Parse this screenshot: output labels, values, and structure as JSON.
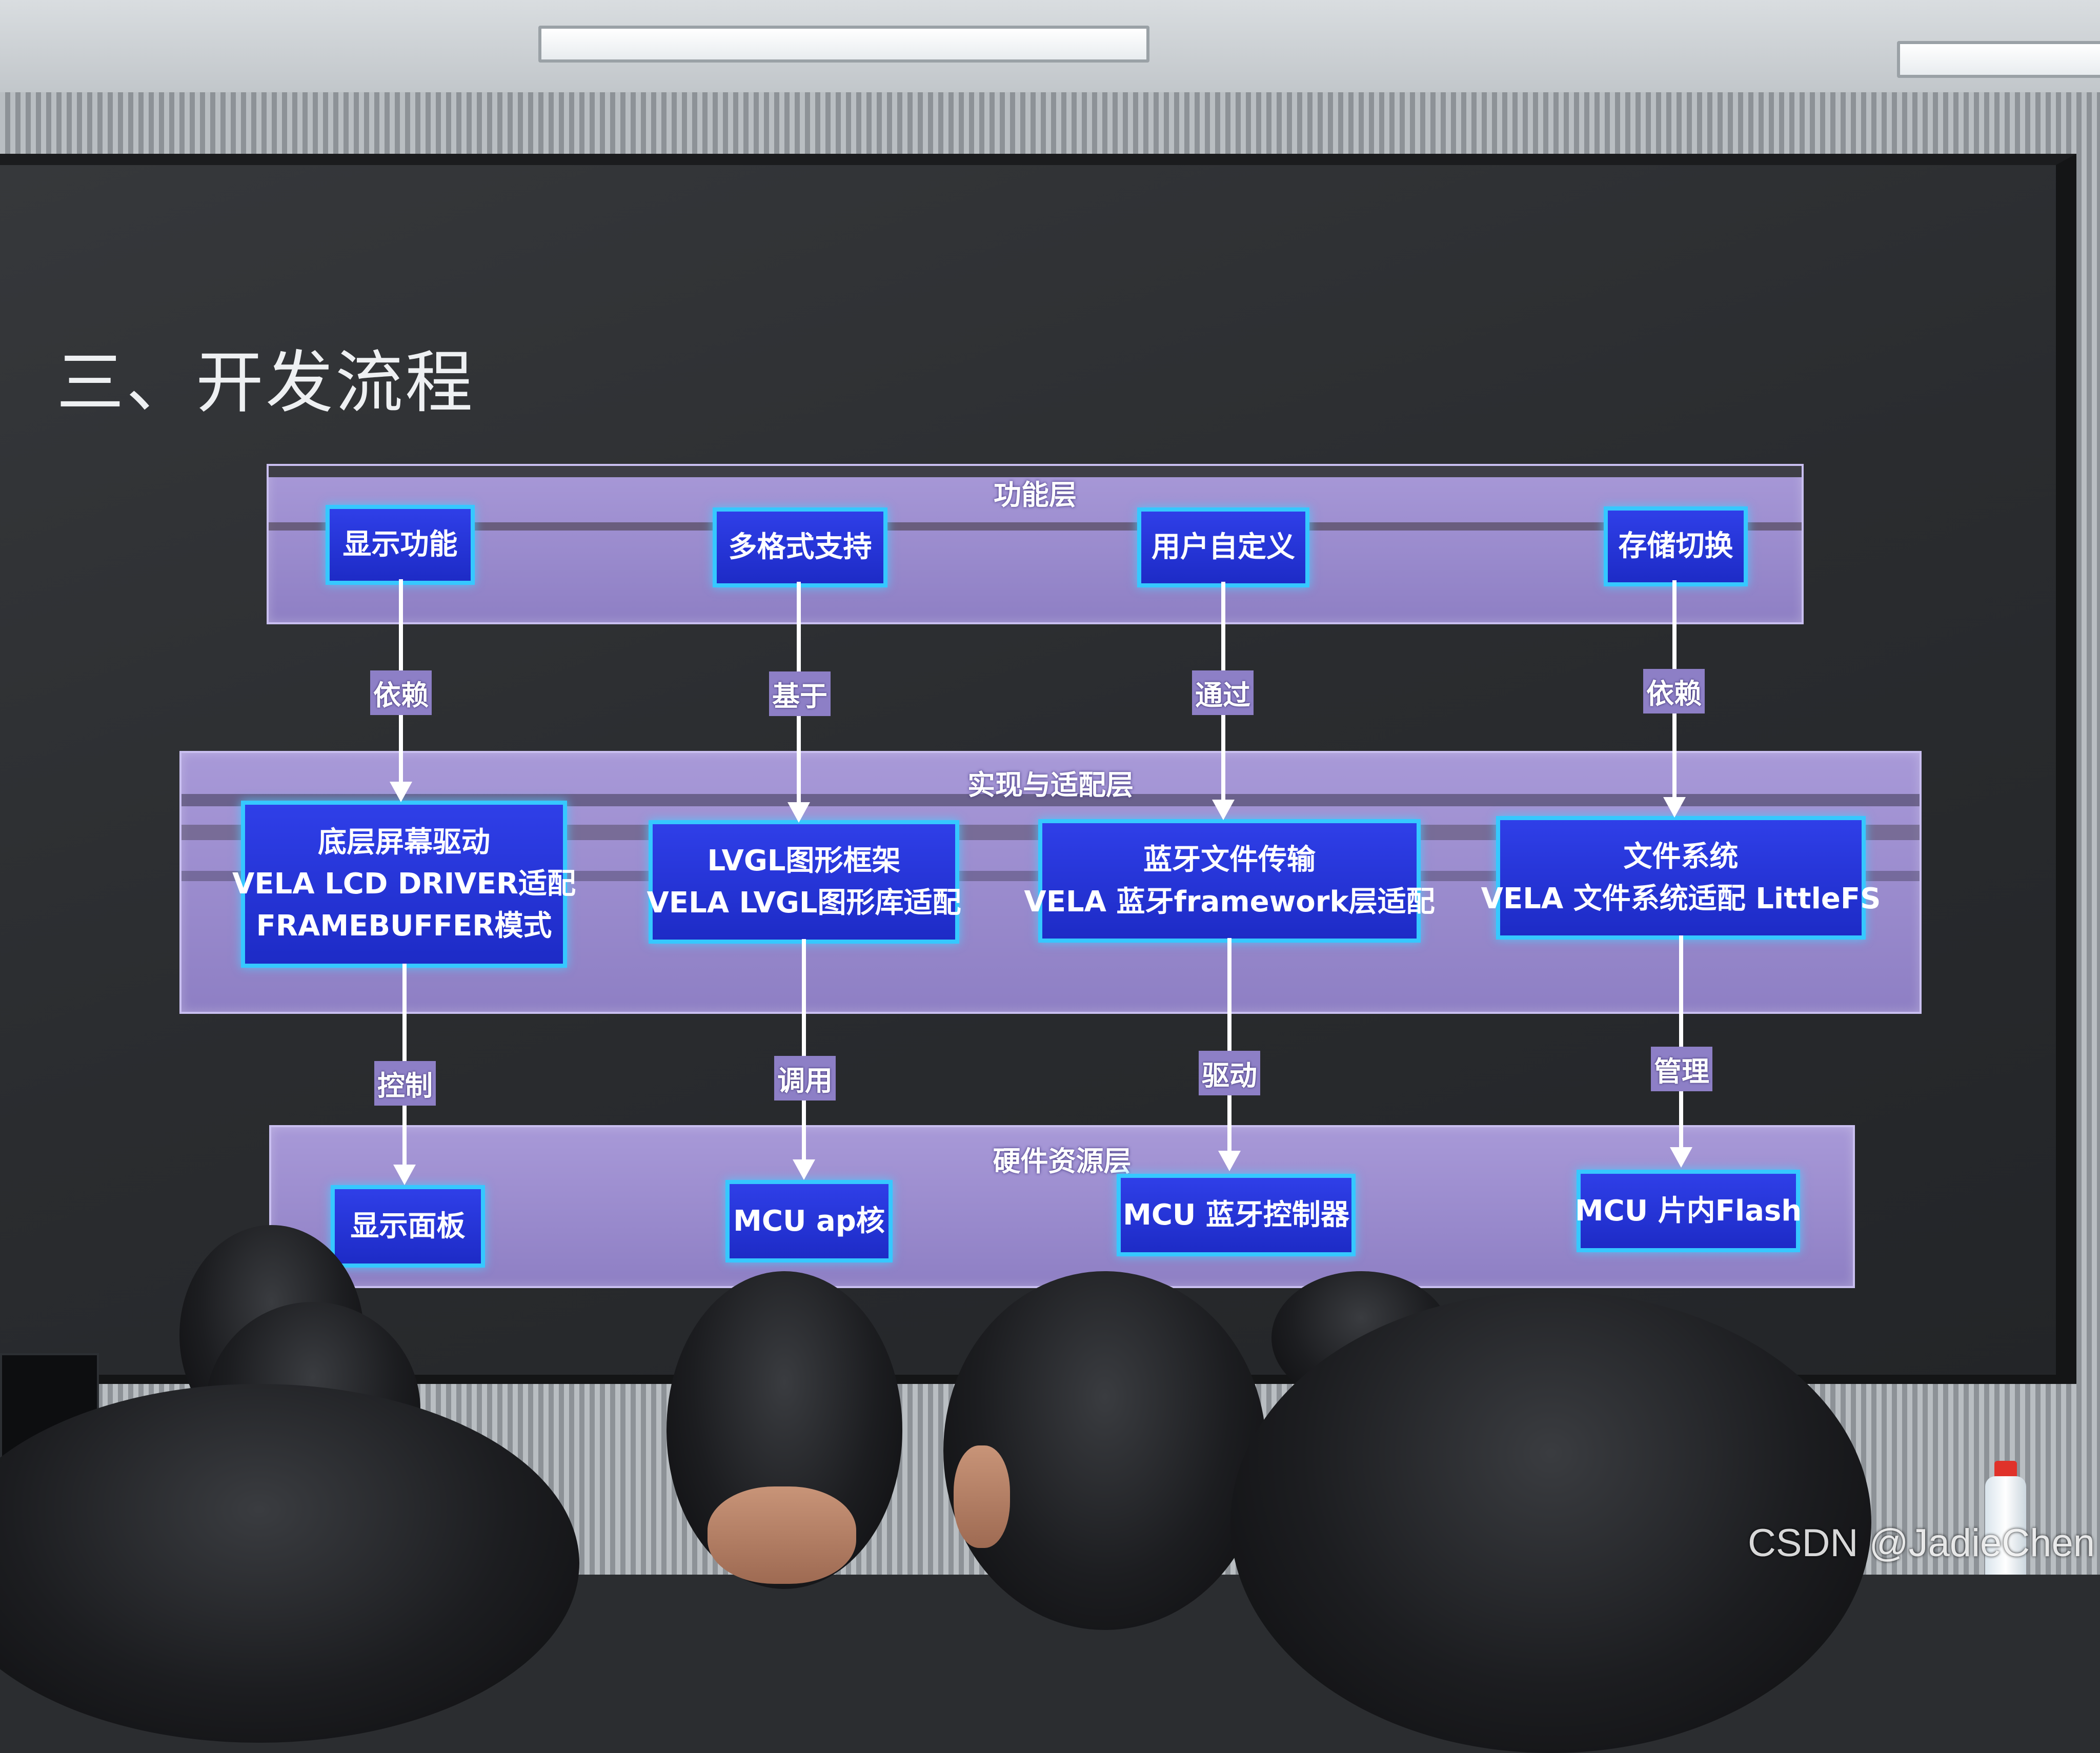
{
  "slide": {
    "title": "三、开发流程"
  },
  "layers": {
    "functional": "功能层",
    "adaptation": "实现与适配层",
    "hardware": "硬件资源层"
  },
  "functions": [
    "显示功能",
    "多格式支持",
    "用户自定义",
    "存储切换"
  ],
  "adaptations": [
    [
      "底层屏幕驱动",
      "VELA LCD DRIVER适配",
      "FRAMEBUFFER模式"
    ],
    [
      "LVGL图形框架",
      "VELA LVGL图形库适配"
    ],
    [
      "蓝牙文件传输",
      "VELA 蓝牙framework层适配"
    ],
    [
      "文件系统",
      "VELA 文件系统适配 LittleFS"
    ]
  ],
  "hardware": [
    "显示面板",
    "MCU ap核",
    "MCU 蓝牙控制器",
    "MCU 片内Flash"
  ],
  "upper_edges": [
    "依赖",
    "基于",
    "通过",
    "依赖"
  ],
  "lower_edges": [
    "控制",
    "调用",
    "驱动",
    "管理"
  ],
  "watermark": "CSDN @JadieChen",
  "colors": {
    "layer_fill": "#9a8bd0",
    "box_fill": "#2433d6",
    "box_border": "#36c8ff",
    "screen_bg": "#2b2d30"
  }
}
